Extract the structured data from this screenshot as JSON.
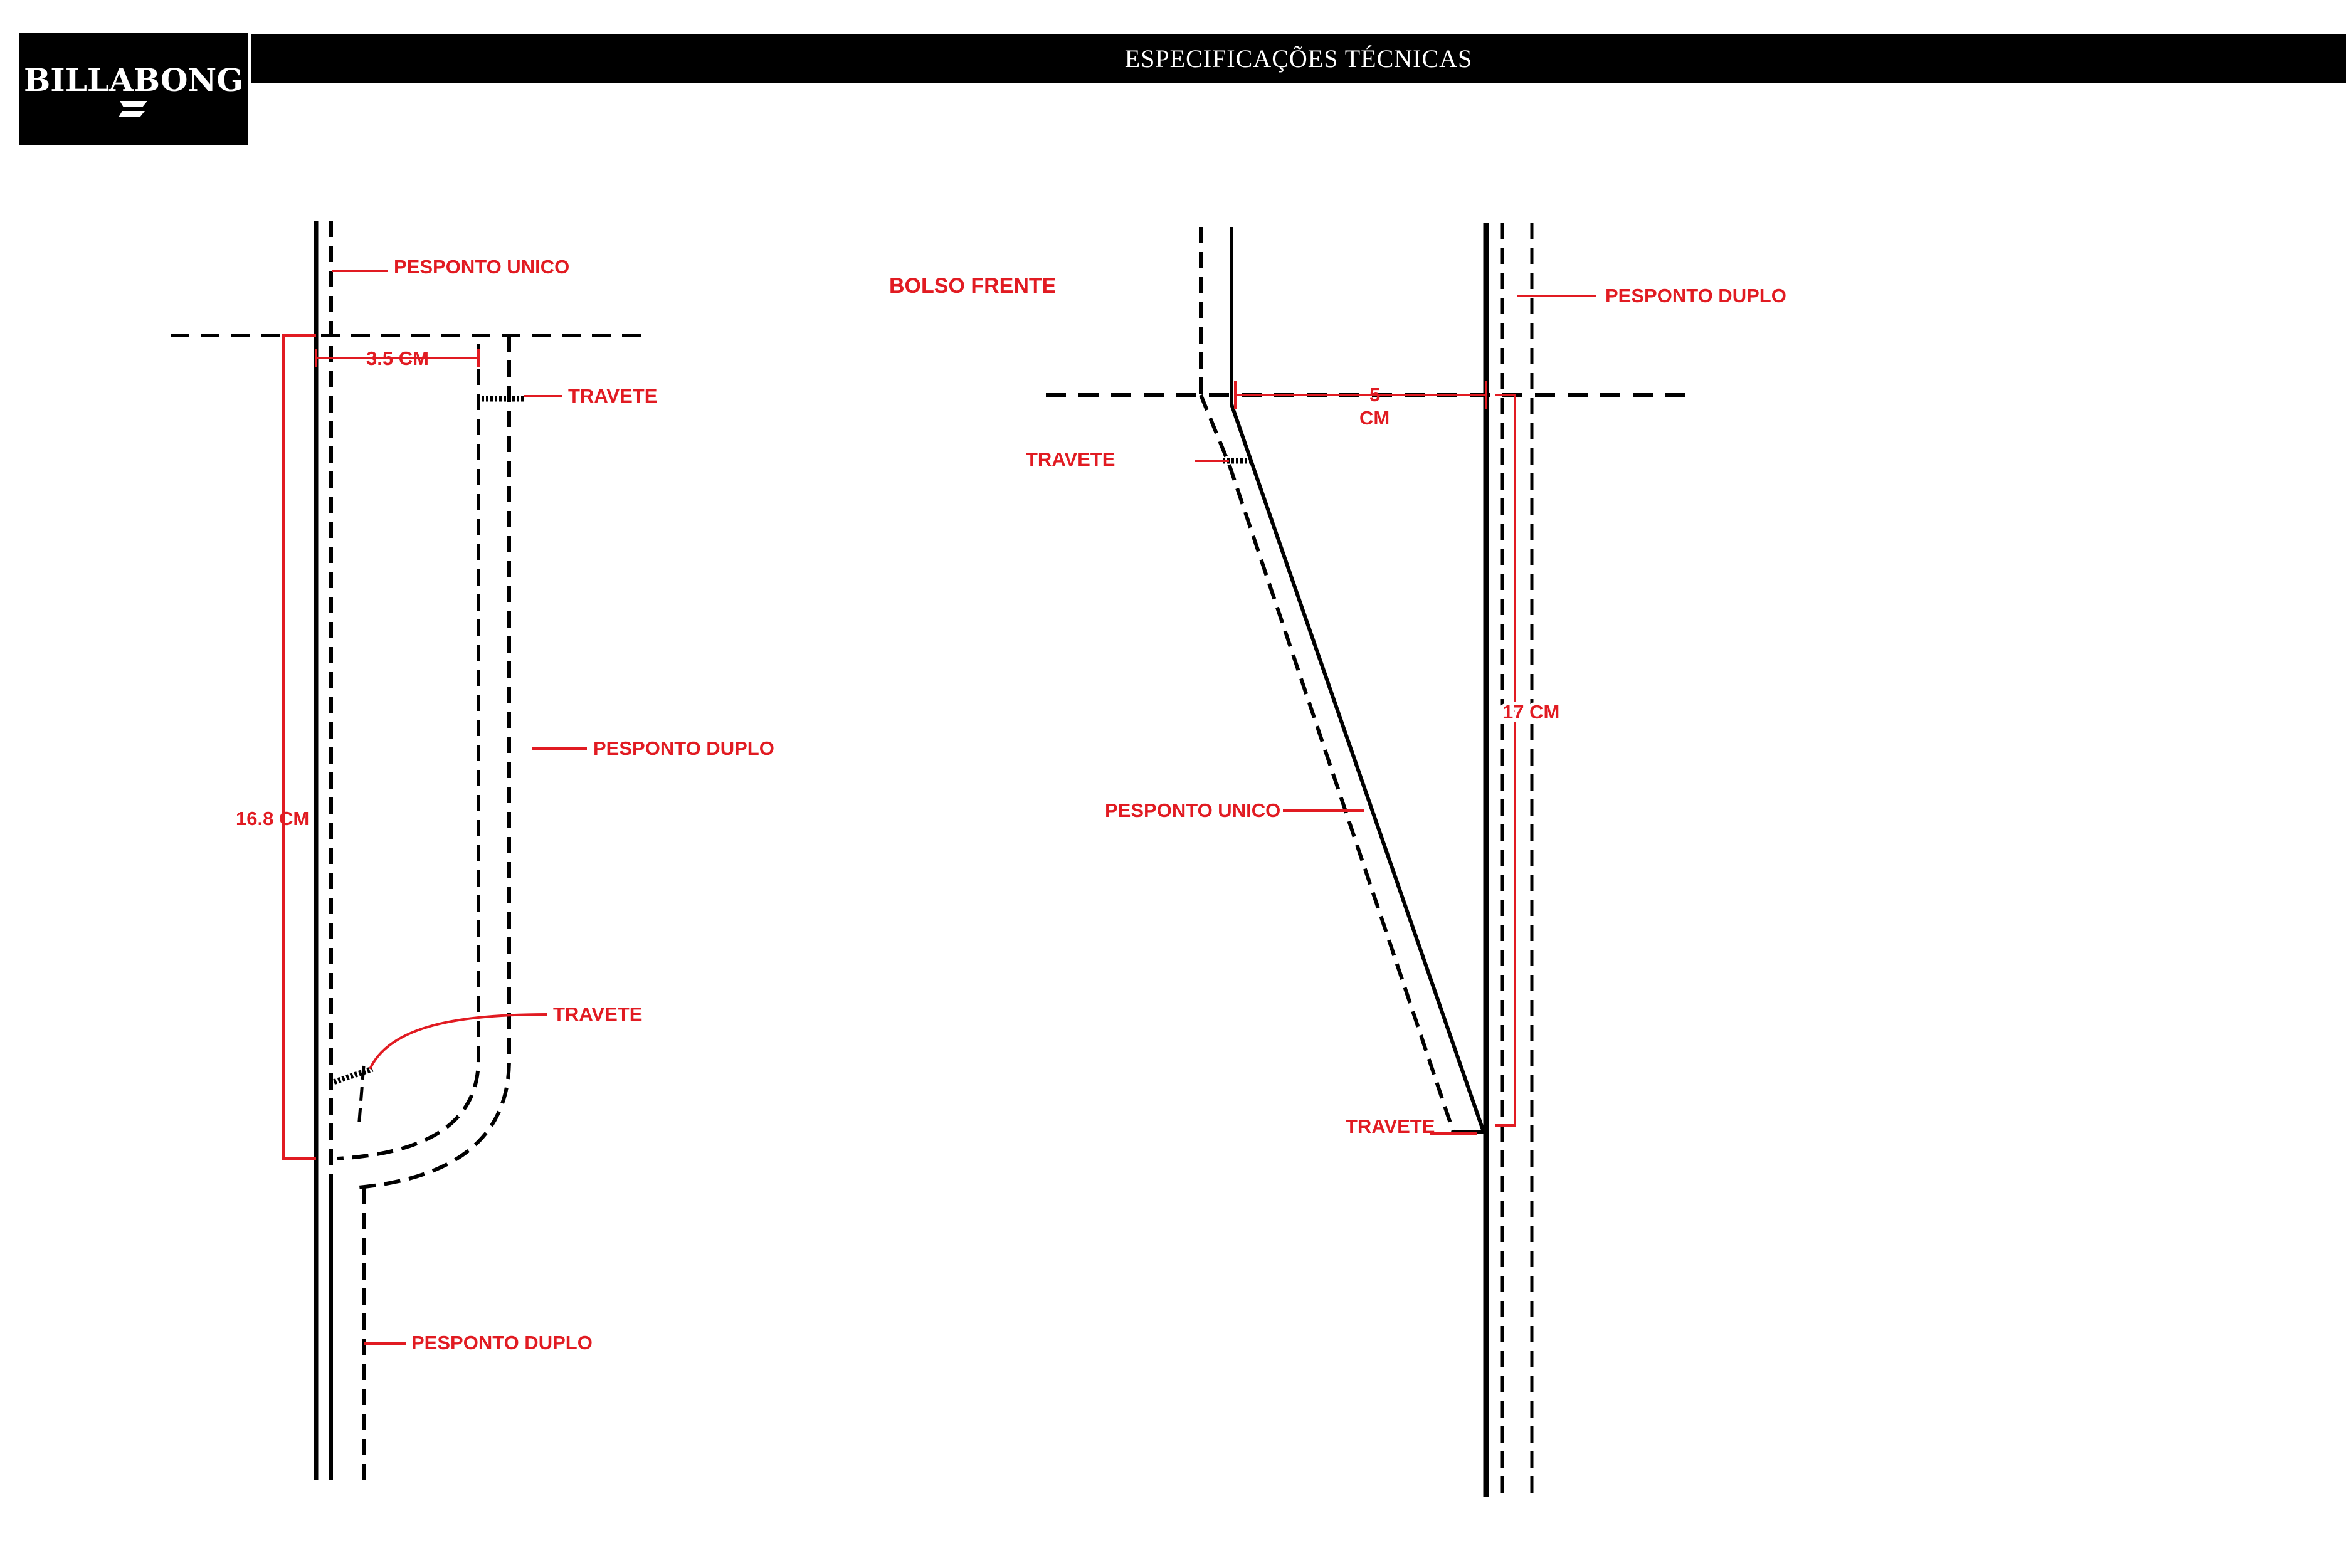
{
  "header": {
    "title": "ESPECIFICAÇÕES TÉCNICAS"
  },
  "logo": {
    "brand": "BILLABONG",
    "color": "#ffffff"
  },
  "colors": {
    "annotation": "#e11b22",
    "line": "#000000",
    "background": "#ffffff"
  },
  "left_detail": {
    "labels": {
      "pesponto_unico": "PESPONTO UNICO",
      "measure_width": "3.5 CM",
      "travete_top": "TRAVETE",
      "pesponto_duplo_right": "PESPONTO DUPLO",
      "measure_height": "16.8 CM",
      "travete_bottom": "TRAVETE",
      "pesponto_duplo_bottom": "PESPONTO DUPLO"
    }
  },
  "right_detail": {
    "labels": {
      "title": "BOLSO FRENTE",
      "pesponto_duplo": "PESPONTO DUPLO",
      "measure_width_value": "5",
      "measure_width_unit": "CM",
      "travete_top": "TRAVETE",
      "measure_height": "17 CM",
      "pesponto_unico": "PESPONTO UNICO",
      "travete_bottom": "TRAVETE"
    }
  }
}
